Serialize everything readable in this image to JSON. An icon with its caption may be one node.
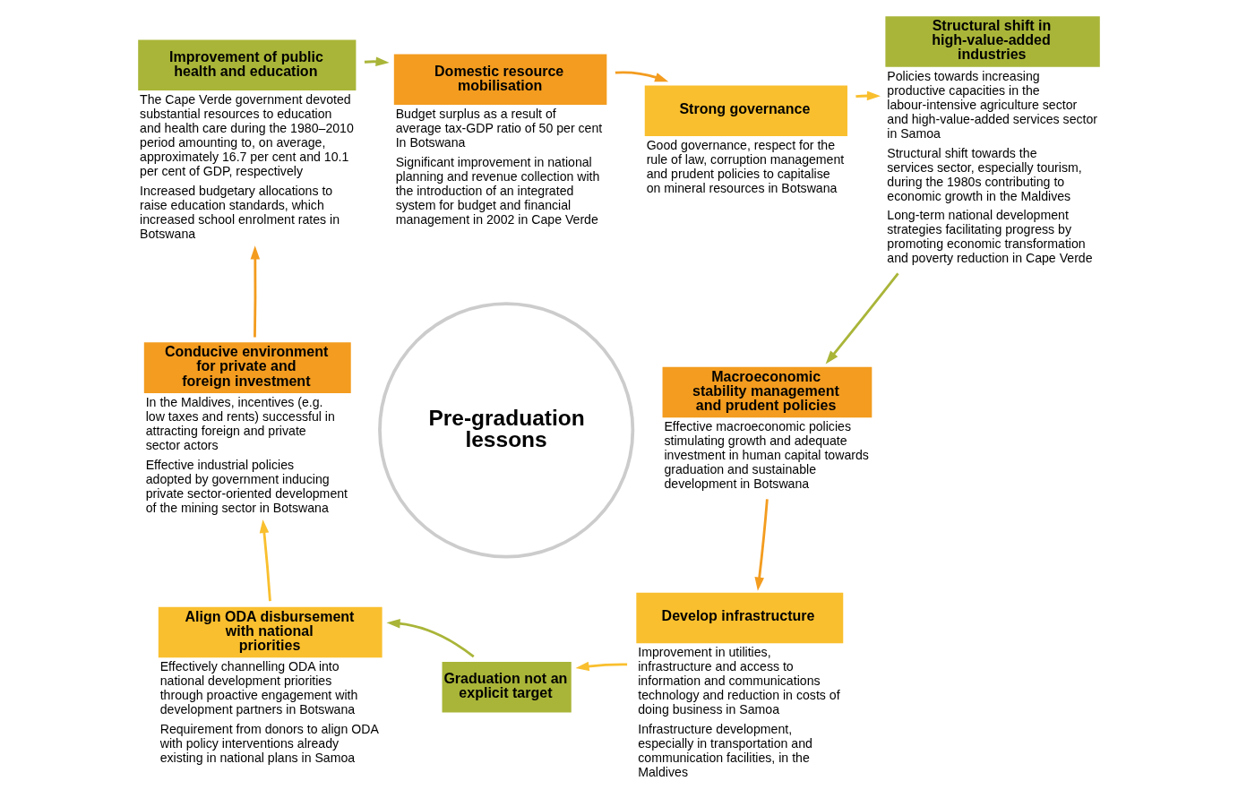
{
  "diagram": {
    "nodes": [
      {
        "text": [
          "Pre-graduation lessons"
        ]
      },
      {
        "text": [
          "Domestic resource mobilisation"
        ],
        "beside": [
          "Budget surplus as a result of average tax-GDP ratio of 50 per cent In Botswana",
          "Significant improvement in national planning and revenue collection with the introduction of an integrated system for budget and financial management in 2002 in Cape Verde"
        ]
      },
      {
        "text": [
          "Strong governance"
        ],
        "beside": [
          "Good governance, respect for the rule of law, corruption management and prudent policies to capitalise on mineral resources in Botswana"
        ]
      },
      {
        "text": [
          "Structural shift in high-value-added industries"
        ],
        "beside": [
          "Policies towards increasing productive capacities in the labour-intensive agriculture sector and high-value-added services sector in Samoa",
          "Structural shift towards the services sector, especially tourism, during the 1980s contributing to economic growth in the Maldives",
          "Long-term national development strategies facilitating progress by promoting economic transformation and poverty reduction in Cape Verde"
        ]
      },
      {
        "text": [
          "Macroeconomic stability management and prudent policies"
        ],
        "beside": [
          "Effective macroeconomic policies stimulating growth and adequate investment in human capital towards graduation and sustainable development in Botswana"
        ]
      },
      {
        "text": [
          "Develop infrastructure"
        ],
        "beside": [
          "Improvement in utilities, infrastructure and access to information and communications technology and reduction in costs of doing business in Samoa",
          "Infrastructure development, especially in transportation and communication facilities, in the Maldives"
        ]
      },
      {
        "text": [
          "Graduation not an explicit target"
        ]
      },
      {
        "text": [
          "Align ODA disbursement with national priorities"
        ],
        "beside": [
          "Effectively channelling ODA into national development priorities through proactive engagement with development partners in Botswana",
          "Requirement from donors to align ODA with policy interventions already existing in national plans in Samoa"
        ]
      },
      {
        "text": [
          "Conducive environment for private and foreign investment"
        ],
        "beside": [
          "In the Maldives, incentives (e.g. low taxes and rents) successful in attracting foreign and private sector actors",
          "Effective industrial policies adopted by government inducing private sector-oriented development of the mining sector in Botswana"
        ]
      },
      {
        "text": [
          "Improvement of public health and education"
        ],
        "beside": [
          "The Cape Verde government devoted substantial resources to education and health care during the 1980–2010 period amounting to, on average, approximately 16.7 per cent and 10.1 per cent of GDP, respectively",
          "Increased budgetary allocations to raise education standards, which increased school enrolment rates in Botswana"
        ]
      }
    ],
    "edges": [
      {
        "from": 1,
        "to": 2,
        "arrow": "to",
        "color": "#f39c1f"
      },
      {
        "from": 2,
        "to": 3,
        "arrow": "to",
        "color": "#f9bf2e"
      },
      {
        "from": 3,
        "to": 4,
        "arrow": "to",
        "color": "#a9b538"
      },
      {
        "from": 4,
        "to": 5,
        "arrow": "to",
        "color": "#f39c1f"
      },
      {
        "from": 5,
        "to": 6,
        "arrow": "to",
        "color": "#f9bf2e"
      },
      {
        "from": 6,
        "to": 7,
        "arrow": "to",
        "color": "#a9b538"
      },
      {
        "from": 7,
        "to": 8,
        "arrow": "to",
        "color": "#f9bf2e"
      },
      {
        "from": 8,
        "to": 9,
        "arrow": "to",
        "color": "#f39c1f"
      },
      {
        "from": 9,
        "to": 1,
        "arrow": "to",
        "color": "#a9b538"
      }
    ]
  }
}
